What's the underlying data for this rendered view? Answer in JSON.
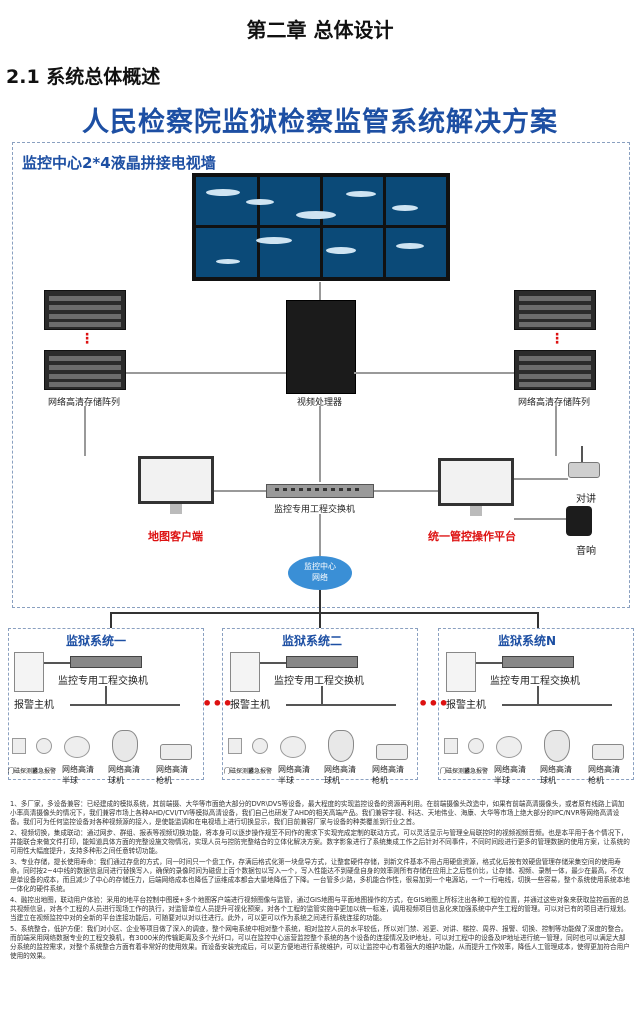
{
  "header": {
    "chapter": "第二章    总体设计",
    "section": "2.1  系统总体概述",
    "banner": "人民检察院监狱检察监管系统解决方案"
  },
  "monitor_center": {
    "title": "监控中心2*4液晶拼接电视墙",
    "storage_left": "网络高清存储阵列",
    "storage_right": "网络高清存储阵列",
    "matrix": "视频处理器",
    "core_switch": "监控专用工程交换机",
    "map_client": "地图客户端",
    "platform": "统一管控操作平台",
    "intercom": "对讲",
    "audio": "音响",
    "cloud": "监控中心\n网络"
  },
  "subsystems": [
    {
      "title": "监狱系统一",
      "switch": "监控专用工程交换机",
      "alarm": "报警主机",
      "sensors": [
        "门磁探测器",
        "紧急报警"
      ],
      "cams": [
        "网络高清半球",
        "网络高清球机",
        "网络高清枪机"
      ]
    },
    {
      "title": "监狱系统二",
      "switch": "监控专用工程交换机",
      "alarm": "报警主机",
      "sensors": [
        "门磁探测器",
        "紧急报警"
      ],
      "cams": [
        "网络高清半球",
        "网络高清球机",
        "网络高清枪机"
      ]
    },
    {
      "title": "监狱系统N",
      "switch": "监控专用工程交换机",
      "alarm": "报警主机",
      "sensors": [
        "门磁探测器",
        "紧急报警"
      ],
      "cams": [
        "网络高清半球",
        "网络高清球机",
        "网络高清枪机"
      ]
    }
  ],
  "notes": [
    "1、多厂家，多设备兼容：已经建成的模拟系统，其前端摄、大华等市面绝大部分的DVR\\DVS等设备，最大程度的实现监控设备的资源再利用。在前端摄像头改造中，如果有前端高清摄像头，或者原有线路上调加小率高清摄像头的情况下，我们兼容市场上各种AHD/CVI/TVI等模拟高清设备，我们自己也研发了AHD的相关高端产品。我们兼容宇视、科达、天地伟业、海康、大华等市场上绝大部分的IPC/NVR等网络高清设备。我们可为任何监控设备对各种视频源的接入，是使能监调和在电视墙上进行切换显示，我们目前兼容厂家与设备的种类覆盖到行业之首。",
    "2、视频切换，集成联动：通过网步、群组、报表等视频切换功能，将本身可以逐步操作规至不同作的需求下实现完成定制的联动方式，可以灵活显示与管理全局联控时的视频视频音频。也是本平用于各个情况下，并能联合来做文件打印，能知道具体方面的完整设施文物情况，实现人员与控防完整结合的立体化解决方案。数字影象进行了系统集成工作之后针对不同事件，不同时间段进行更多的管理数据的使用方案，让系统的可用性大幅度提升，支持多种形之间任意转切功能。",
    "3、专业存储，提长使用寿命：我们通过存盘的方式，同一时间只一个盘工作，存满后格式化第一块盘导方式，让整套硬件存储，到新文件基本不用占用硬盘资源，格式化后按有效硬盘管理存储采集空间的使用寿命。同时按2~4中线的数据信息同进行替换写入，确保的录像时间为磁盘上百个数据包以写入一个，写入性能达不到硬盘自身的效率则所有存储在应用上之后性价比，让存储、视频、录制一体，最少在最高，不仅是单设备的成本，而且减少了中心的存储压力，后端网络成本也降低了运维成本都会大量地降低了下降。一台管多少路，多机能合作性，很易加到一个电源站，一个一行电线，切换一些容易，整个系统使用系统本地一体化的硬件系统。",
    "4、融控出地图，联动用户体验：采用的地平台控制中图模+多个地图客户端进行视频图像与监管，通过GIS地图与平面地图操作的方式，在GIS地图上所标注出各种工程的位置，并通过这些对象来获取监控画面的总共视频信息，对各个工程的人员进行现场工作的执行，对监管单位人员提升可视化预案，对各个工程的监管实施中更加以统一标准，调用视频项目信息化来加强系统中产生工程的管理。可以对已有的项目进行规划。当建立在视频监控中对的全新的平台连接功能后，可随要对以对以往进行。此外，可以更可以作为系统之间进行系统连接的功能。",
    "5、系统整合，低护方便：我们对小区、企业等项目做了深入的调查，整个网电系统中相对整个系统，相对监控人员的水平较低，所以对门禁、巡更、对讲、梯控、周界、报警、切换、控制等功能做了深度的整合。而前端采用网络数据专业的工程交换机，有3000米的传输距离及多个光纤口，可以在监控中心运营监控整个系统的各个设备的连接情况及IP地址，可以对工程中的设备及IP地址进行统一管理，同时也可以满足大部分系统的监控需求，对整个系统整合方面有着非常好的使用效果。而设备安装完成后，可以更方便地进行系统维护，可以让监控中心有着强大的维护功能，从而提升工作效率，降低人工管理成本，使得更加符合用户使用的效果。"
  ]
}
